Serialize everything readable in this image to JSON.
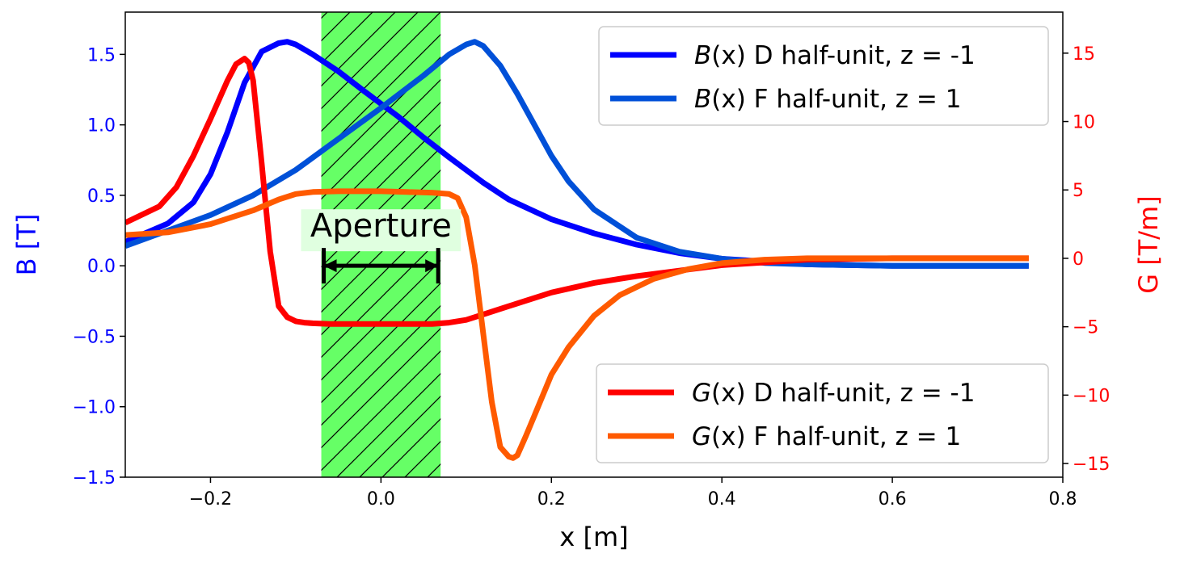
{
  "chart_data": {
    "type": "line",
    "xlabel": "x [m]",
    "ylabel_left": "B [T]",
    "ylabel_right": "G [T/m]",
    "xlim": [
      -0.3,
      0.8
    ],
    "ylim_left": [
      -1.5,
      1.8
    ],
    "ylim_right": [
      -16,
      18
    ],
    "x_ticks": [
      "−0.2",
      "0.0",
      "0.2",
      "0.4",
      "0.6",
      "0.8"
    ],
    "x_tick_values": [
      -0.2,
      0.0,
      0.2,
      0.4,
      0.6,
      0.8
    ],
    "y_left_ticks": [
      "−1.5",
      "−1.0",
      "−0.5",
      "0.0",
      "0.5",
      "1.0",
      "1.5"
    ],
    "y_left_tick_values": [
      -1.5,
      -1.0,
      -0.5,
      0.0,
      0.5,
      1.0,
      1.5
    ],
    "y_right_ticks": [
      "−15",
      "−10",
      "−5",
      "0",
      "5",
      "10",
      "15"
    ],
    "y_right_tick_values": [
      -15,
      -10,
      -5,
      0,
      5,
      10,
      15
    ],
    "grid": false,
    "colors": {
      "left_axis": "#0000ff",
      "right_axis": "#ff0000",
      "aperture_fill": "#66ff66",
      "aperture_fill_label_bg": "#e0ffe0"
    },
    "aperture": {
      "x_range": [
        -0.07,
        0.07
      ],
      "label": "Aperture",
      "arrow_y_left": 0.0
    },
    "legend_top": {
      "placement": "top-right",
      "entries": [
        {
          "italic": "B",
          "paren": "(x)",
          "rest": " D half-unit, z = -1",
          "series_index": 0
        },
        {
          "italic": "B",
          "paren": "(x)",
          "rest": " F half-unit, z = 1",
          "series_index": 1
        }
      ]
    },
    "legend_bottom": {
      "placement": "bottom-right",
      "entries": [
        {
          "italic": "G",
          "paren": "(x)",
          "rest": " D half-unit, z = -1",
          "series_index": 2
        },
        {
          "italic": "G",
          "paren": "(x)",
          "rest": " F half-unit, z = 1",
          "series_index": 3
        }
      ]
    },
    "series": [
      {
        "name": "B(x) D half-unit, z = -1",
        "axis": "left",
        "color": "#0000ff",
        "x": [
          -0.3,
          -0.25,
          -0.22,
          -0.2,
          -0.18,
          -0.16,
          -0.14,
          -0.12,
          -0.11,
          -0.1,
          -0.08,
          -0.05,
          -0.02,
          0.0,
          0.02,
          0.05,
          0.08,
          0.1,
          0.12,
          0.15,
          0.2,
          0.25,
          0.3,
          0.35,
          0.4,
          0.45,
          0.5,
          0.6,
          0.7,
          0.76
        ],
        "y": [
          0.17,
          0.3,
          0.45,
          0.65,
          0.95,
          1.3,
          1.52,
          1.58,
          1.59,
          1.57,
          1.5,
          1.38,
          1.24,
          1.15,
          1.06,
          0.91,
          0.77,
          0.68,
          0.59,
          0.47,
          0.33,
          0.23,
          0.15,
          0.09,
          0.05,
          0.03,
          0.01,
          0.0,
          0.0,
          0.0
        ]
      },
      {
        "name": "B(x) F half-unit, z = 1",
        "axis": "left",
        "color": "#0050d8",
        "x": [
          -0.3,
          -0.25,
          -0.2,
          -0.15,
          -0.1,
          -0.05,
          0.0,
          0.05,
          0.08,
          0.1,
          0.11,
          0.12,
          0.14,
          0.16,
          0.18,
          0.2,
          0.22,
          0.25,
          0.3,
          0.35,
          0.4,
          0.45,
          0.5,
          0.6,
          0.7,
          0.76
        ],
        "y": [
          0.14,
          0.25,
          0.36,
          0.5,
          0.68,
          0.9,
          1.12,
          1.35,
          1.5,
          1.57,
          1.59,
          1.56,
          1.42,
          1.22,
          1.0,
          0.78,
          0.6,
          0.4,
          0.2,
          0.1,
          0.05,
          0.02,
          0.01,
          0.0,
          0.0,
          0.0
        ]
      },
      {
        "name": "G(x) D half-unit, z = -1",
        "axis": "right",
        "color": "#ff0000",
        "x": [
          -0.3,
          -0.26,
          -0.24,
          -0.22,
          -0.2,
          -0.18,
          -0.17,
          -0.16,
          -0.155,
          -0.15,
          -0.14,
          -0.13,
          -0.12,
          -0.11,
          -0.1,
          -0.09,
          -0.08,
          -0.06,
          -0.03,
          0.0,
          0.03,
          0.06,
          0.08,
          0.1,
          0.12,
          0.15,
          0.2,
          0.25,
          0.3,
          0.35,
          0.4,
          0.45,
          0.5,
          0.6,
          0.7,
          0.76
        ],
        "y": [
          2.6,
          3.8,
          5.2,
          7.5,
          10.2,
          13.0,
          14.2,
          14.6,
          14.3,
          13.0,
          7.0,
          0.5,
          -3.5,
          -4.3,
          -4.6,
          -4.7,
          -4.75,
          -4.8,
          -4.8,
          -4.8,
          -4.8,
          -4.8,
          -4.7,
          -4.5,
          -4.1,
          -3.5,
          -2.5,
          -1.8,
          -1.3,
          -0.9,
          -0.5,
          -0.3,
          -0.1,
          0.0,
          0.0,
          0.0
        ]
      },
      {
        "name": "G(x) F half-unit, z = 1",
        "axis": "right",
        "color": "#ff5a00",
        "x": [
          -0.3,
          -0.25,
          -0.2,
          -0.15,
          -0.12,
          -0.1,
          -0.08,
          -0.05,
          -0.02,
          0.0,
          0.03,
          0.06,
          0.08,
          0.09,
          0.1,
          0.11,
          0.12,
          0.13,
          0.14,
          0.15,
          0.155,
          0.16,
          0.17,
          0.18,
          0.2,
          0.22,
          0.25,
          0.28,
          0.32,
          0.36,
          0.4,
          0.45,
          0.5,
          0.6,
          0.7,
          0.76
        ],
        "y": [
          1.7,
          1.9,
          2.5,
          3.5,
          4.3,
          4.7,
          4.85,
          4.9,
          4.9,
          4.9,
          4.85,
          4.8,
          4.7,
          4.4,
          3.0,
          -0.5,
          -5.5,
          -10.5,
          -13.8,
          -14.5,
          -14.6,
          -14.4,
          -13.0,
          -11.5,
          -8.5,
          -6.5,
          -4.2,
          -2.7,
          -1.5,
          -0.8,
          -0.35,
          -0.1,
          0.0,
          0.0,
          0.0,
          0.0
        ]
      }
    ]
  }
}
